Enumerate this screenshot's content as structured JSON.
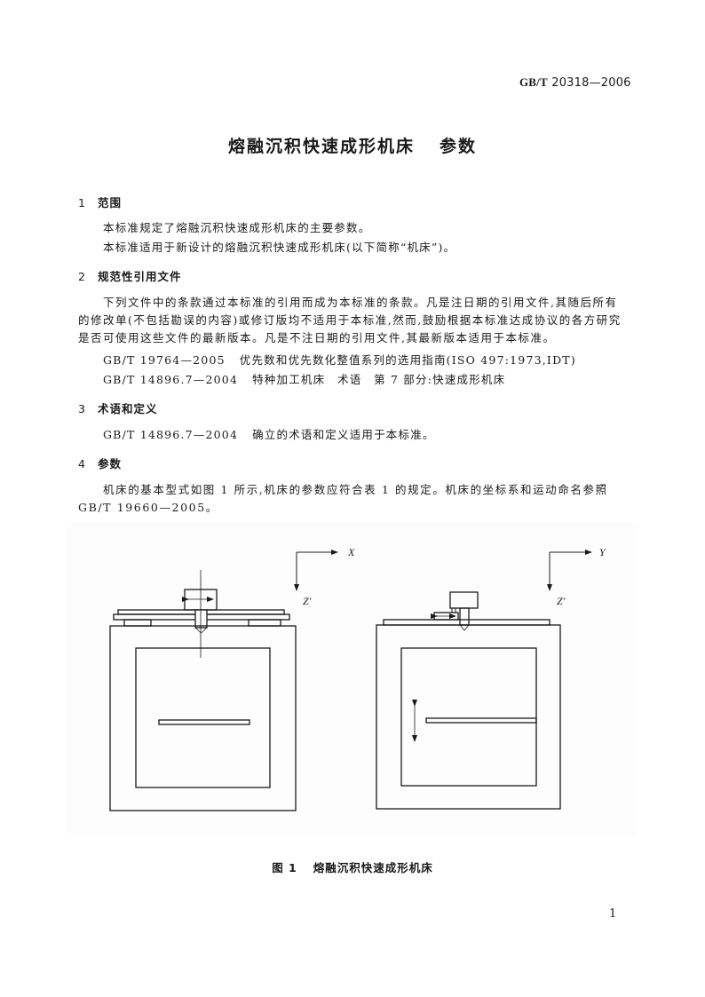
{
  "header": {
    "std_prefix": "GB/T",
    "std_number": "20318—2006"
  },
  "title": {
    "main": "熔融沉积快速成形机床",
    "sub": "参数"
  },
  "sections": [
    {
      "number": "1",
      "heading": "范围",
      "paragraphs": [
        "本标准规定了熔融沉积快速成形机床的主要参数。",
        "本标准适用于新设计的熔融沉积快速成形机床(以下简称“机床”)。"
      ]
    },
    {
      "number": "2",
      "heading": "规范性引用文件",
      "paragraphs": [
        "下列文件中的条款通过本标准的引用而成为本标准的条款。凡是注日期的引用文件,其随后所有的修改单(不包括勘误的内容)或修订版均不适用于本标准,然而,鼓励根据本标准达成协议的各方研究是否可使用这些文件的最新版本。凡是不注日期的引用文件,其最新版本适用于本标准。"
      ],
      "references": [
        {
          "code": "GB/T 19764—2005",
          "title": "优先数和优先数化整值系列的选用指南(ISO 497:1973,IDT)"
        },
        {
          "code": "GB/T 14896.7—2004",
          "title": "特种加工机床　术语　第 7 部分:快速成形机床"
        }
      ]
    },
    {
      "number": "3",
      "heading": "术语和定义",
      "references": [
        {
          "code": "GB/T 14896.7—2004",
          "title": "确立的术语和定义适用于本标准。"
        }
      ]
    },
    {
      "number": "4",
      "heading": "参数",
      "paragraphs": [
        "机床的基本型式如图 1 所示,机床的参数应符合表 1 的规定。机床的坐标系和运动命名参照 GB/T 19660—2005。"
      ]
    }
  ],
  "figure": {
    "left_view": {
      "axis_h": "X",
      "axis_v": "Z′"
    },
    "right_view": {
      "axis_h": "Y",
      "axis_v": "Z′"
    },
    "caption_label": "图 1",
    "caption_text": "熔融沉积快速成形机床",
    "line_color": "#1a1a1a",
    "background": "#fdfdfd"
  },
  "footer": {
    "page_number": "1"
  }
}
